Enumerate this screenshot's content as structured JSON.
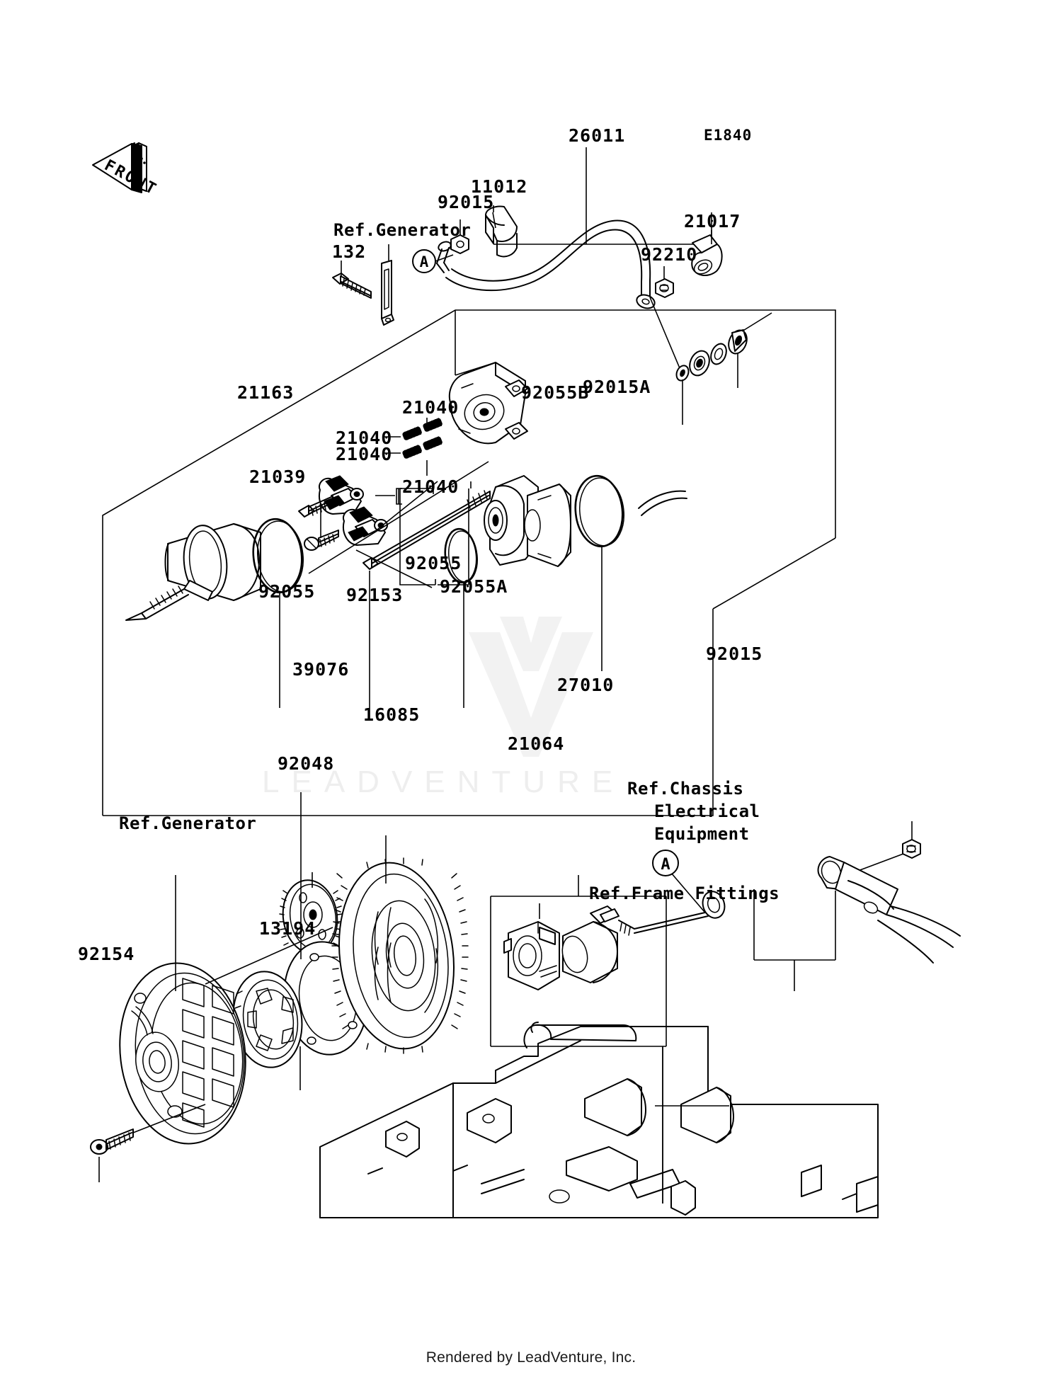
{
  "diagram": {
    "code": "E1840",
    "front_arrow_label": "FRONT",
    "footer": "Rendered by LeadVenture, Inc.",
    "watermark": "LEADVENTURE",
    "callout_circle_label": "A"
  },
  "upper_panel": {
    "title_part": "21163",
    "callouts": [
      {
        "id": "c-26011",
        "text": "26011"
      },
      {
        "id": "c-11012",
        "text": "11012"
      },
      {
        "id": "c-92015",
        "text": "92015"
      },
      {
        "id": "c-21017",
        "text": "21017"
      },
      {
        "id": "c-92210",
        "text": "92210"
      },
      {
        "id": "c-refgen1",
        "text": "Ref.Generator"
      },
      {
        "id": "c-132",
        "text": "132"
      },
      {
        "id": "c-92015a",
        "text": "92015A"
      },
      {
        "id": "c-92055b",
        "text": "92055B"
      },
      {
        "id": "c-21163",
        "text": "21163"
      },
      {
        "id": "c-21040a",
        "text": "21040"
      },
      {
        "id": "c-21040b",
        "text": "21040"
      },
      {
        "id": "c-21040c",
        "text": "21040"
      },
      {
        "id": "c-21040d",
        "text": "21040"
      },
      {
        "id": "c-21039",
        "text": "21039"
      },
      {
        "id": "c-92055l",
        "text": "92055"
      },
      {
        "id": "c-92153",
        "text": "92153"
      },
      {
        "id": "c-92055a",
        "text": "92055A"
      },
      {
        "id": "c-92055r",
        "text": "92055"
      }
    ]
  },
  "lower_panel": {
    "callouts": [
      {
        "id": "c-39076",
        "text": "39076"
      },
      {
        "id": "c-16085",
        "text": "16085"
      },
      {
        "id": "c-92048",
        "text": "92048"
      },
      {
        "id": "c-refgen2",
        "text": "Ref.Generator"
      },
      {
        "id": "c-13194",
        "text": "13194"
      },
      {
        "id": "c-92154",
        "text": "92154"
      },
      {
        "id": "c-27010",
        "text": "27010"
      },
      {
        "id": "c-21064",
        "text": "21064"
      },
      {
        "id": "c-92015b",
        "text": "92015"
      },
      {
        "id": "c-refframe",
        "text": "Ref.Frame Fittings"
      }
    ],
    "ref_chassis": {
      "line1": "Ref.Chassis",
      "line2": "Electrical",
      "line3": "Equipment"
    }
  }
}
